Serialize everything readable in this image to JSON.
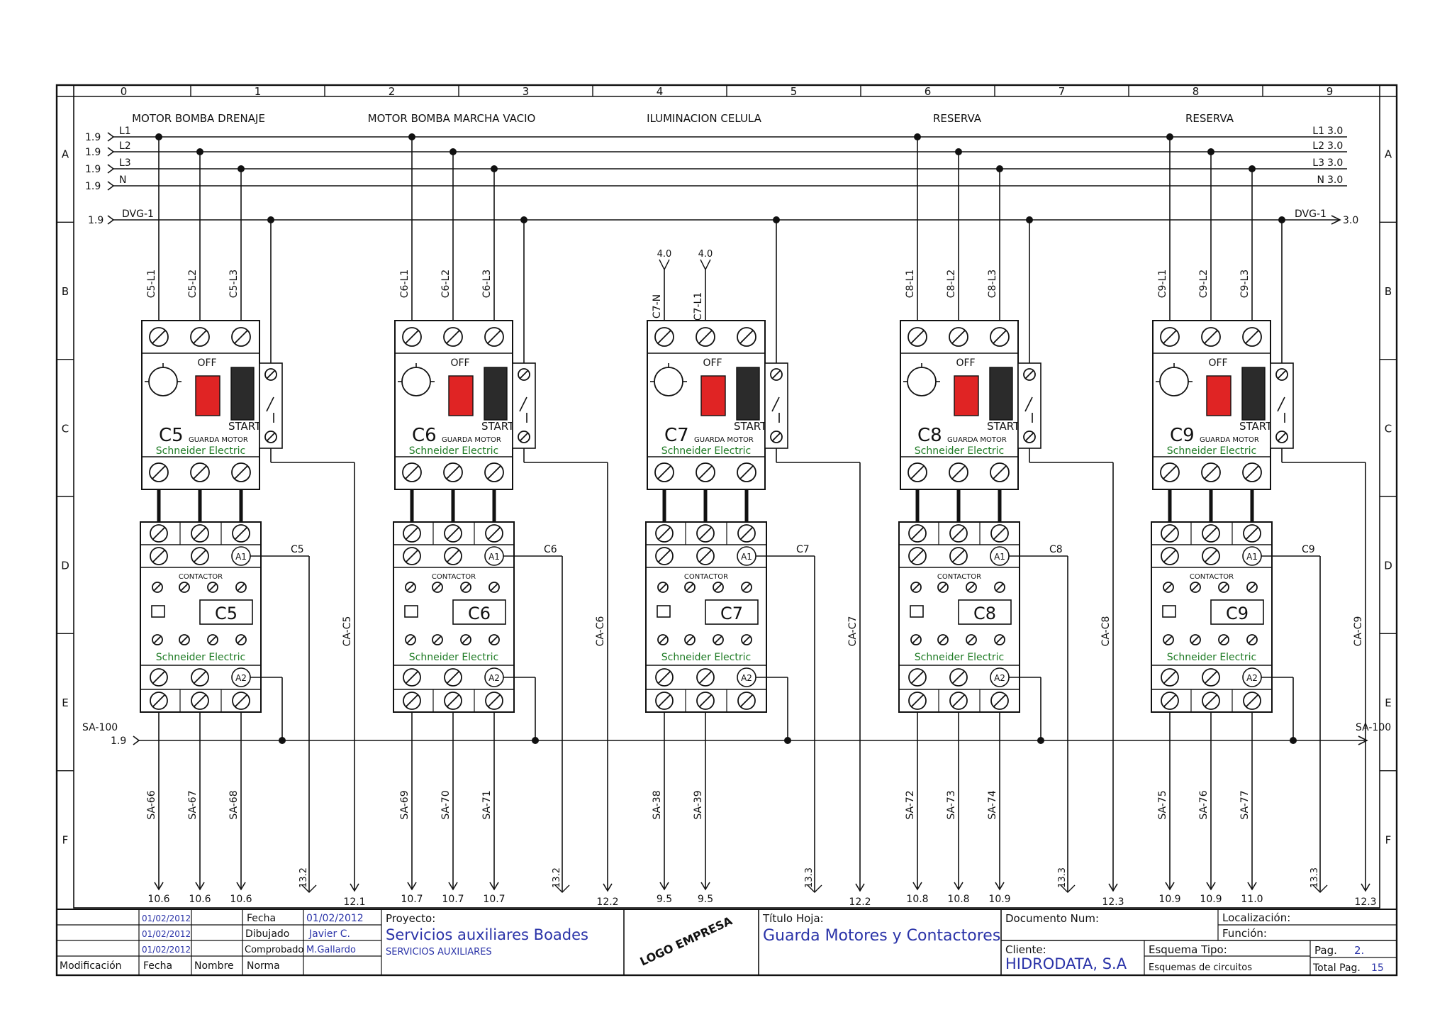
{
  "columns": [
    "0",
    "1",
    "2",
    "3",
    "4",
    "5",
    "6",
    "7",
    "8",
    "9"
  ],
  "rows_left": [
    "A",
    "B",
    "C",
    "D",
    "E",
    "F"
  ],
  "rows_right": [
    "A",
    "B",
    "C",
    "D",
    "E",
    "F"
  ],
  "bus": {
    "left_labels": [
      "L1",
      "L2",
      "L3",
      "N"
    ],
    "left_refs": [
      "1.9",
      "1.9",
      "1.9",
      "1.9"
    ],
    "right_labels": [
      "L1",
      "L2",
      "L3",
      "N"
    ],
    "right_refs": [
      "3.0",
      "3.0",
      "3.0",
      "3.0"
    ],
    "dvg_label": "DVG-1",
    "dvg_left_ref": "1.9",
    "dvg_right_ref": "3.0",
    "sa_label": "SA-100",
    "sa_left_ref": "1.9"
  },
  "circuits": [
    {
      "title": "MOTOR BOMBA DRENAJE",
      "id": "C5",
      "wires": [
        "C5-L1",
        "C5-L2",
        "C5-L3"
      ],
      "outs": [
        "SA-66",
        "SA-67",
        "SA-68"
      ],
      "refs": [
        "10.6",
        "10.6",
        "10.6"
      ],
      "coil": "C5",
      "ca": "CA-C5",
      "ca_ref": "12.1",
      "aux_ref": "13.2"
    },
    {
      "title": "MOTOR BOMBA MARCHA VACIO",
      "id": "C6",
      "wires": [
        "C6-L1",
        "C6-L2",
        "C6-L3"
      ],
      "outs": [
        "SA-69",
        "SA-70",
        "SA-71"
      ],
      "refs": [
        "10.7",
        "10.7",
        "10.7"
      ],
      "coil": "C6",
      "ca": "CA-C6",
      "ca_ref": "12.2",
      "aux_ref": "13.2"
    },
    {
      "title": "ILUMINACION CELULA",
      "id": "C7",
      "wires": [
        "C7-N",
        "C7-L1"
      ],
      "top_refs": [
        "4.0",
        "4.0"
      ],
      "outs": [
        "SA-38",
        "SA-39"
      ],
      "refs": [
        "9.5",
        "9.5"
      ],
      "coil": "C7",
      "ca": "CA-C7",
      "ca_ref": "12.2",
      "aux_ref": "13.3"
    },
    {
      "title": "RESERVA",
      "id": "C8",
      "wires": [
        "C8-L1",
        "C8-L2",
        "C8-L3"
      ],
      "outs": [
        "SA-72",
        "SA-73",
        "SA-74"
      ],
      "refs": [
        "10.8",
        "10.8",
        "10.9"
      ],
      "coil": "C8",
      "ca": "CA-C8",
      "ca_ref": "12.3",
      "aux_ref": "13.3"
    },
    {
      "title": "RESERVA",
      "id": "C9",
      "wires": [
        "C9-L1",
        "C9-L2",
        "C9-L3"
      ],
      "outs": [
        "SA-75",
        "SA-76",
        "SA-77"
      ],
      "refs": [
        "10.9",
        "10.9",
        "11.0"
      ],
      "coil": "C9",
      "ca": "CA-C9",
      "ca_ref": "12.3",
      "aux_ref": "13.3"
    }
  ],
  "device": {
    "off": "OFF",
    "start": "START",
    "guard_label": "GUARDA MOTOR",
    "brand": "Schneider Electric",
    "contactor_label": "CONTACTOR",
    "a1": "A1",
    "a2": "A2"
  },
  "title_block": {
    "dates": [
      "01/02/2012",
      "01/02/2012",
      "01/02/2012"
    ],
    "fecha_label": "Fecha",
    "fecha_value": "01/02/2012",
    "dibujado_label": "Dibujado",
    "dibujado_value": "Javier C.",
    "comprobado_label": "Comprobado",
    "comprobado_value": "M.Gallardo",
    "norma_label": "Norma",
    "modificacion_label": "Modificación",
    "fecha_col_label": "Fecha",
    "nombre_label": "Nombre",
    "proyecto_label": "Proyecto:",
    "proyecto_value": "Servicios auxiliares Boades",
    "proyecto_sub": "SERVICIOS AUXILIARES",
    "logo": "LOGO EMPRESA",
    "titulo_label": "Título Hoja:",
    "titulo_value": "Guarda Motores y Contactores",
    "documento_label": "Documento Num:",
    "localizacion_label": "Localización:",
    "funcion_label": "Función:",
    "cliente_label": "Cliente:",
    "cliente_value": "HIDRODATA, S.A",
    "esquema_label": "Esquema Tipo:",
    "esquema_value": "Esquemas de circuitos",
    "pag_label": "Pag.",
    "pag_value": "2.",
    "total_label": "Total Pag.",
    "total_value": "15"
  }
}
